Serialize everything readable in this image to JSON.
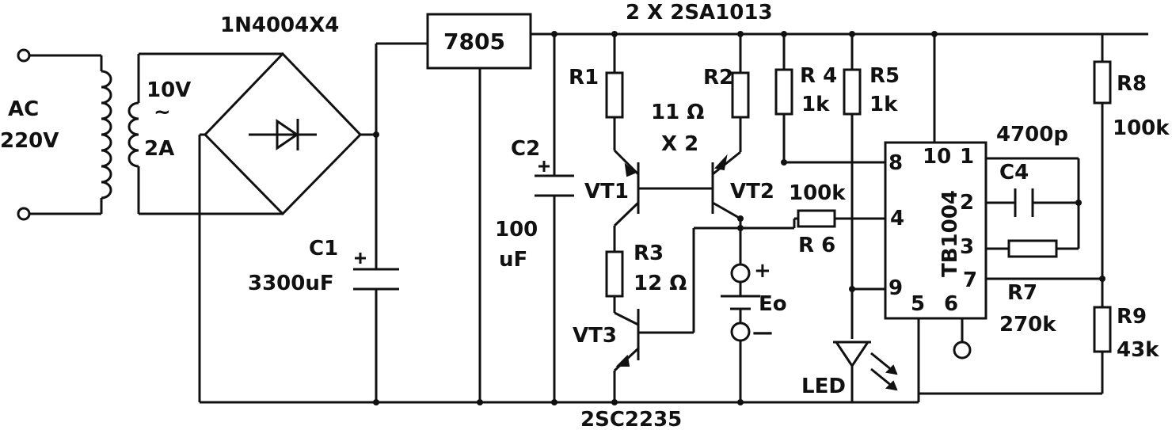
{
  "labels": {
    "ac_line1": "AC",
    "ac_line2": "220V",
    "sec_voltage": "10V",
    "sec_tilde": "~",
    "sec_current": "2A",
    "bridge": "1N4004X4",
    "regulator": "7805",
    "transistor_pair": "2 X 2SA1013",
    "c1_name": "C1",
    "c1_value": "3300uF",
    "c2_name": "C2",
    "c2_value_1": "100",
    "c2_value_2": "uF",
    "r1": "R1",
    "r2": "R2",
    "r12_value_1": "11 Ω",
    "r12_value_2": "X 2",
    "r3": "R3",
    "r3_value": "12 Ω",
    "r4": "R 4",
    "r4_value": "1k",
    "r5": "R5",
    "r5_value": "1k",
    "r6": "R 6",
    "r6_value": "100k",
    "r7": "R7",
    "r7_value": "270k",
    "r8": "R8",
    "r8_value": "100k",
    "r9": "R9",
    "r9_value": "43k",
    "c4": "C4",
    "c4_value": "4700p",
    "vt1": "VT1",
    "vt2": "VT2",
    "vt3": "VT3",
    "vt3_type": "2SC2235",
    "eo": "Eo",
    "eo_plus": "+",
    "eo_minus": "—",
    "led": "LED",
    "ic": "TB1004",
    "pin8": "8",
    "pin10": "10",
    "pin1": "1",
    "pin2": "2",
    "pin3": "3",
    "pin4": "4",
    "pin7": "7",
    "pin9": "9",
    "pin5": "5",
    "pin6": "6"
  }
}
